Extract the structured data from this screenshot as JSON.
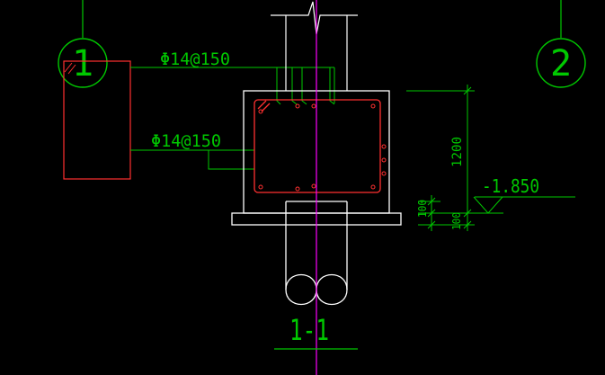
{
  "drawing": {
    "axis_left": "1",
    "axis_right": "2",
    "rebar_note_top": "Φ14@150",
    "rebar_note_bottom": "Φ14@150",
    "dim_height": "1200",
    "dim_a": "100",
    "dim_b": "100",
    "elevation": "-1.850",
    "section_label": "1-1"
  },
  "colors": {
    "background": "#000000",
    "axis": "#00c800",
    "concrete": "#ffffff",
    "rebar": "#ff3030",
    "centerline": "#ff00ff",
    "dimension": "#00c800",
    "text": "#00c800"
  }
}
